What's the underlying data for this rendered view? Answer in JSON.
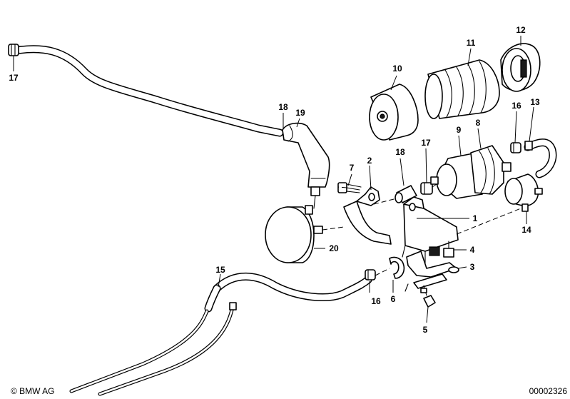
{
  "callouts": {
    "c1": "1",
    "c2": "2",
    "c3": "3",
    "c4": "4",
    "c5": "5",
    "c6": "6",
    "c7": "7",
    "c8": "8",
    "c9": "9",
    "c10": "10",
    "c11": "11",
    "c12": "12",
    "c13": "13",
    "c14": "14",
    "c15": "15",
    "c16a": "16",
    "c16b": "16",
    "c17a": "17",
    "c17b": "17",
    "c18a": "18",
    "c18b": "18",
    "c19": "19",
    "c20": "20"
  },
  "footer": {
    "copyright": "© BMW AG",
    "diagram_number": "00002326"
  }
}
